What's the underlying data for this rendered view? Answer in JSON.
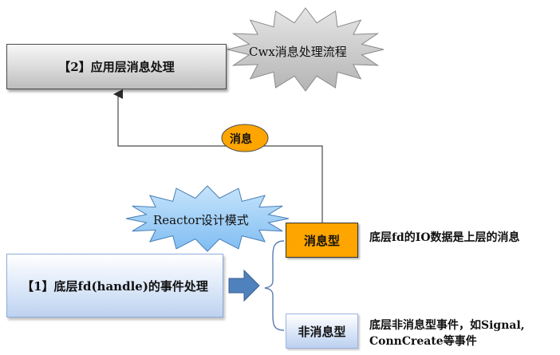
{
  "diagram": {
    "title_burst": "Cwx消息处理流程",
    "app_layer_box": "【2】应用层消息处理",
    "message_bubble": "消息",
    "reactor_burst": "Reactor设计模式",
    "fd_event_box": "【1】底层fd(handle)的事件处理",
    "message_type_box": "消息型",
    "message_type_desc": "底层fd的IO数据是上层的消息",
    "non_message_type_box": "非消息型",
    "non_message_type_desc": "底层非消息型事件，如Signal, ConnCreate等事件"
  },
  "colors": {
    "orange": "#ffa500",
    "light_blue": "#c6dbf5",
    "sky_blue": "#8dc8f7",
    "gray_burst": "#c8c8c8",
    "dark_blue_arrow": "#4f81bd",
    "connector_line": "#4a4a4a"
  }
}
